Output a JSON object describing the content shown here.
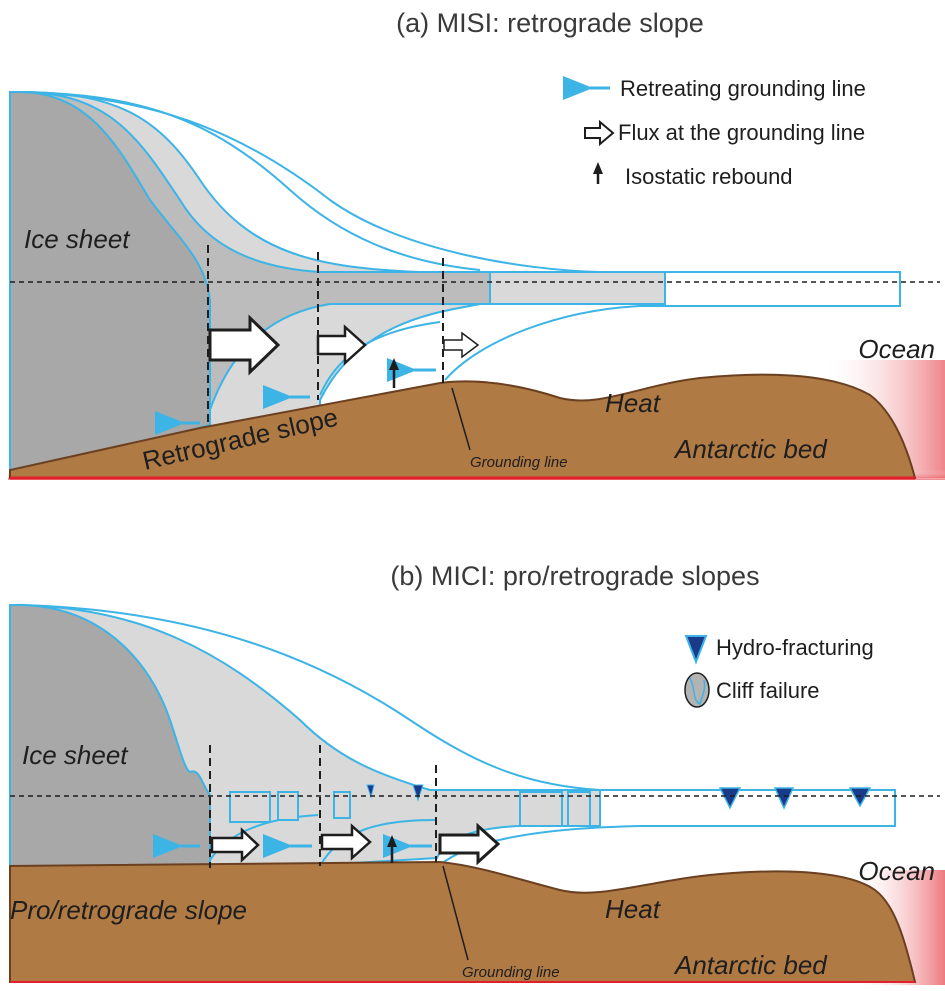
{
  "panel_a": {
    "title": "(a) MISI: retrograde slope",
    "labels": {
      "ice_sheet": "Ice sheet",
      "ocean": "Ocean",
      "heat": "Heat",
      "bed": "Antarctic bed",
      "slope": "Retrograde slope",
      "grounding_line": "Grounding line"
    },
    "legend": [
      {
        "icon": "blue-arrow-icon",
        "label": "Retreating grounding line"
      },
      {
        "icon": "flux-arrow-icon",
        "label": "Flux at the grounding line"
      },
      {
        "icon": "rebound-arrow-icon",
        "label": "Isostatic rebound"
      }
    ]
  },
  "panel_b": {
    "title": "(b) MICI: pro/retrograde slopes",
    "labels": {
      "ice_sheet": "Ice sheet",
      "ocean": "Ocean",
      "heat": "Heat",
      "bed": "Antarctic bed",
      "slope": "Pro/retrograde slope",
      "grounding_line": "Grounding line"
    },
    "legend": [
      {
        "icon": "hydro-fracture-icon",
        "label": "Hydro-fracturing"
      },
      {
        "icon": "cliff-failure-icon",
        "label": "Cliff failure"
      }
    ]
  },
  "colors": {
    "ice_line": "#3cb4e6",
    "ice_dark": "#b3b3b3",
    "ice_light": "#d9d9d9",
    "bed": "#b07a45",
    "bed_edge": "#6b4020",
    "heat": "#e0202a"
  }
}
